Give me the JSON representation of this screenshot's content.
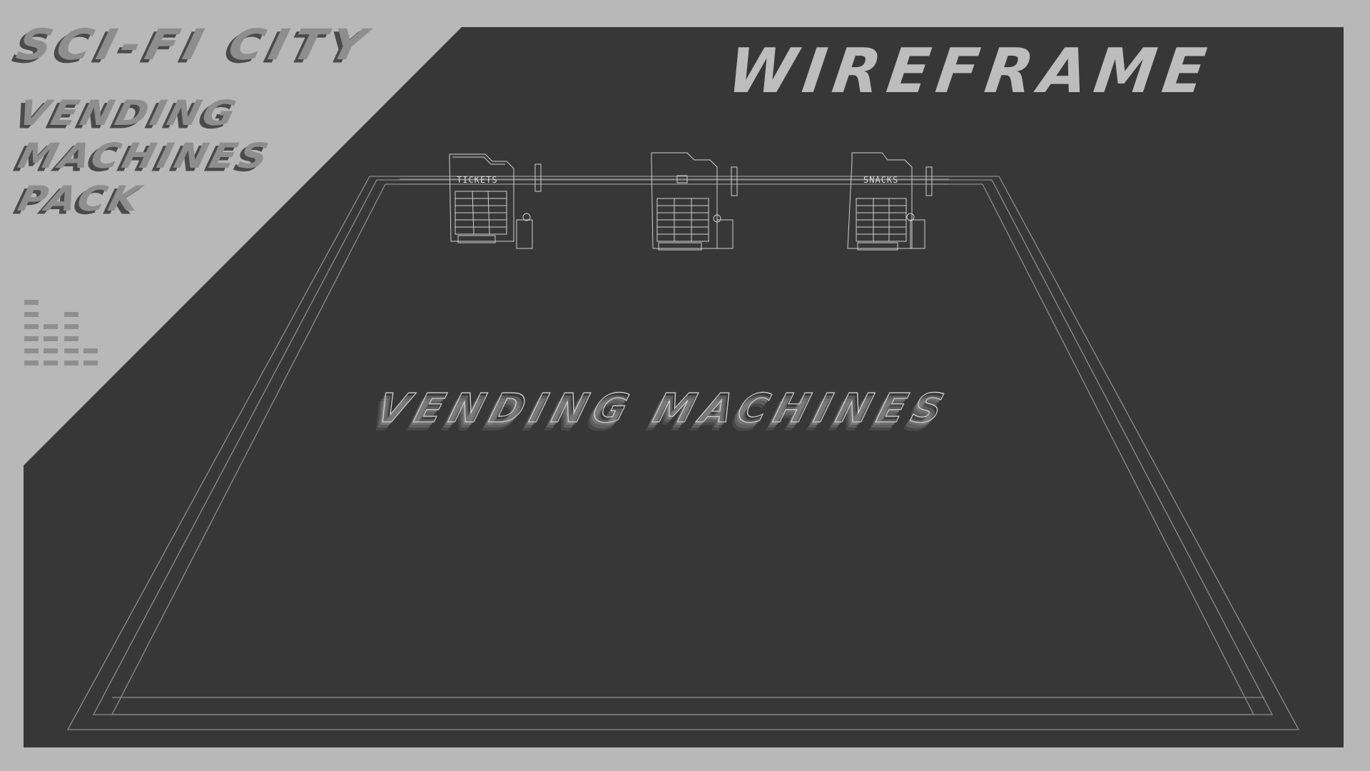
{
  "colors": {
    "background": "#b8b8b8",
    "panel": "#373737",
    "title_face": "#8e8e8e",
    "title_shadow": "#4a4a4a",
    "wireframe_title": "#bdbdbd",
    "wire_lines": "#9a9a9a"
  },
  "header": {
    "brand": "SCI-FI CITY",
    "product_lines": [
      "VENDING",
      "MACHINES",
      "PACK"
    ],
    "render_mode": "WIREFRAME"
  },
  "scene": {
    "floor_label": "VENDING MACHINES",
    "machines": [
      {
        "name": "tickets-machine",
        "label": "TICKETS"
      },
      {
        "name": "drinks-machine",
        "label": ""
      },
      {
        "name": "snacks-machine",
        "label": "SNACKS"
      }
    ]
  },
  "decor": {
    "bar_columns": [
      6,
      4,
      5,
      2
    ]
  }
}
